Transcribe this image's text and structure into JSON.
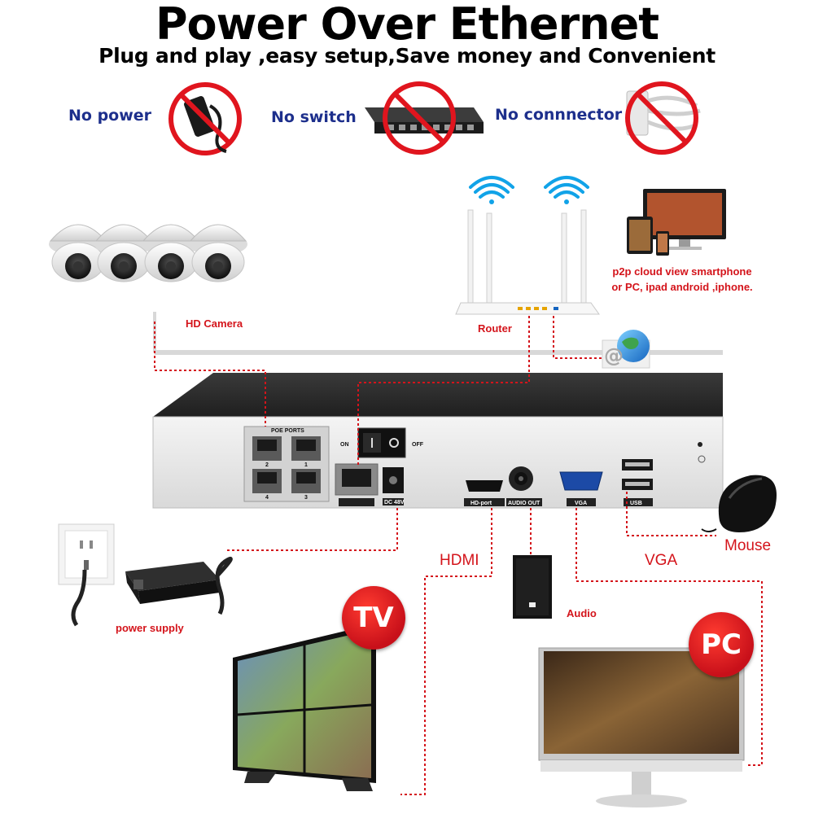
{
  "header": {
    "title": "Power Over Ethernet",
    "subtitle": "Plug and play ,easy setup,Save money and Convenient"
  },
  "no_items": [
    {
      "label": "No power",
      "icon": "power-adapter-icon"
    },
    {
      "label": "No switch",
      "icon": "network-switch-icon"
    },
    {
      "label": "No connnector",
      "icon": "connector-cable-icon"
    }
  ],
  "devices": {
    "camera_label": "HD Camera",
    "router_label": "Router",
    "cloud_label_line1": "p2p cloud  view smartphone",
    "cloud_label_line2": "or PC, ipad android ,iphone.",
    "power_supply_label": "power supply",
    "audio_label": "Audio",
    "hdmi_label": "HDMI",
    "vga_label": "VGA",
    "mouse_label": "Mouse",
    "tv_badge": "TV",
    "pc_badge": "PC"
  },
  "nvr_panel": {
    "poe_ports": "POE PORTS",
    "on": "ON",
    "off": "OFF",
    "dc": "DC 48V",
    "hd_port": "HD-port",
    "audio_out": "AUDIO OUT",
    "vga": "VGA",
    "usb": "USB",
    "port_numbers": [
      "2",
      "1",
      "4",
      "3"
    ]
  },
  "colors": {
    "connector_red": "#d4141b",
    "label_blue": "#1d2f8c",
    "nvr_top": "#2b2b2b",
    "nvr_front": "#ececec"
  }
}
